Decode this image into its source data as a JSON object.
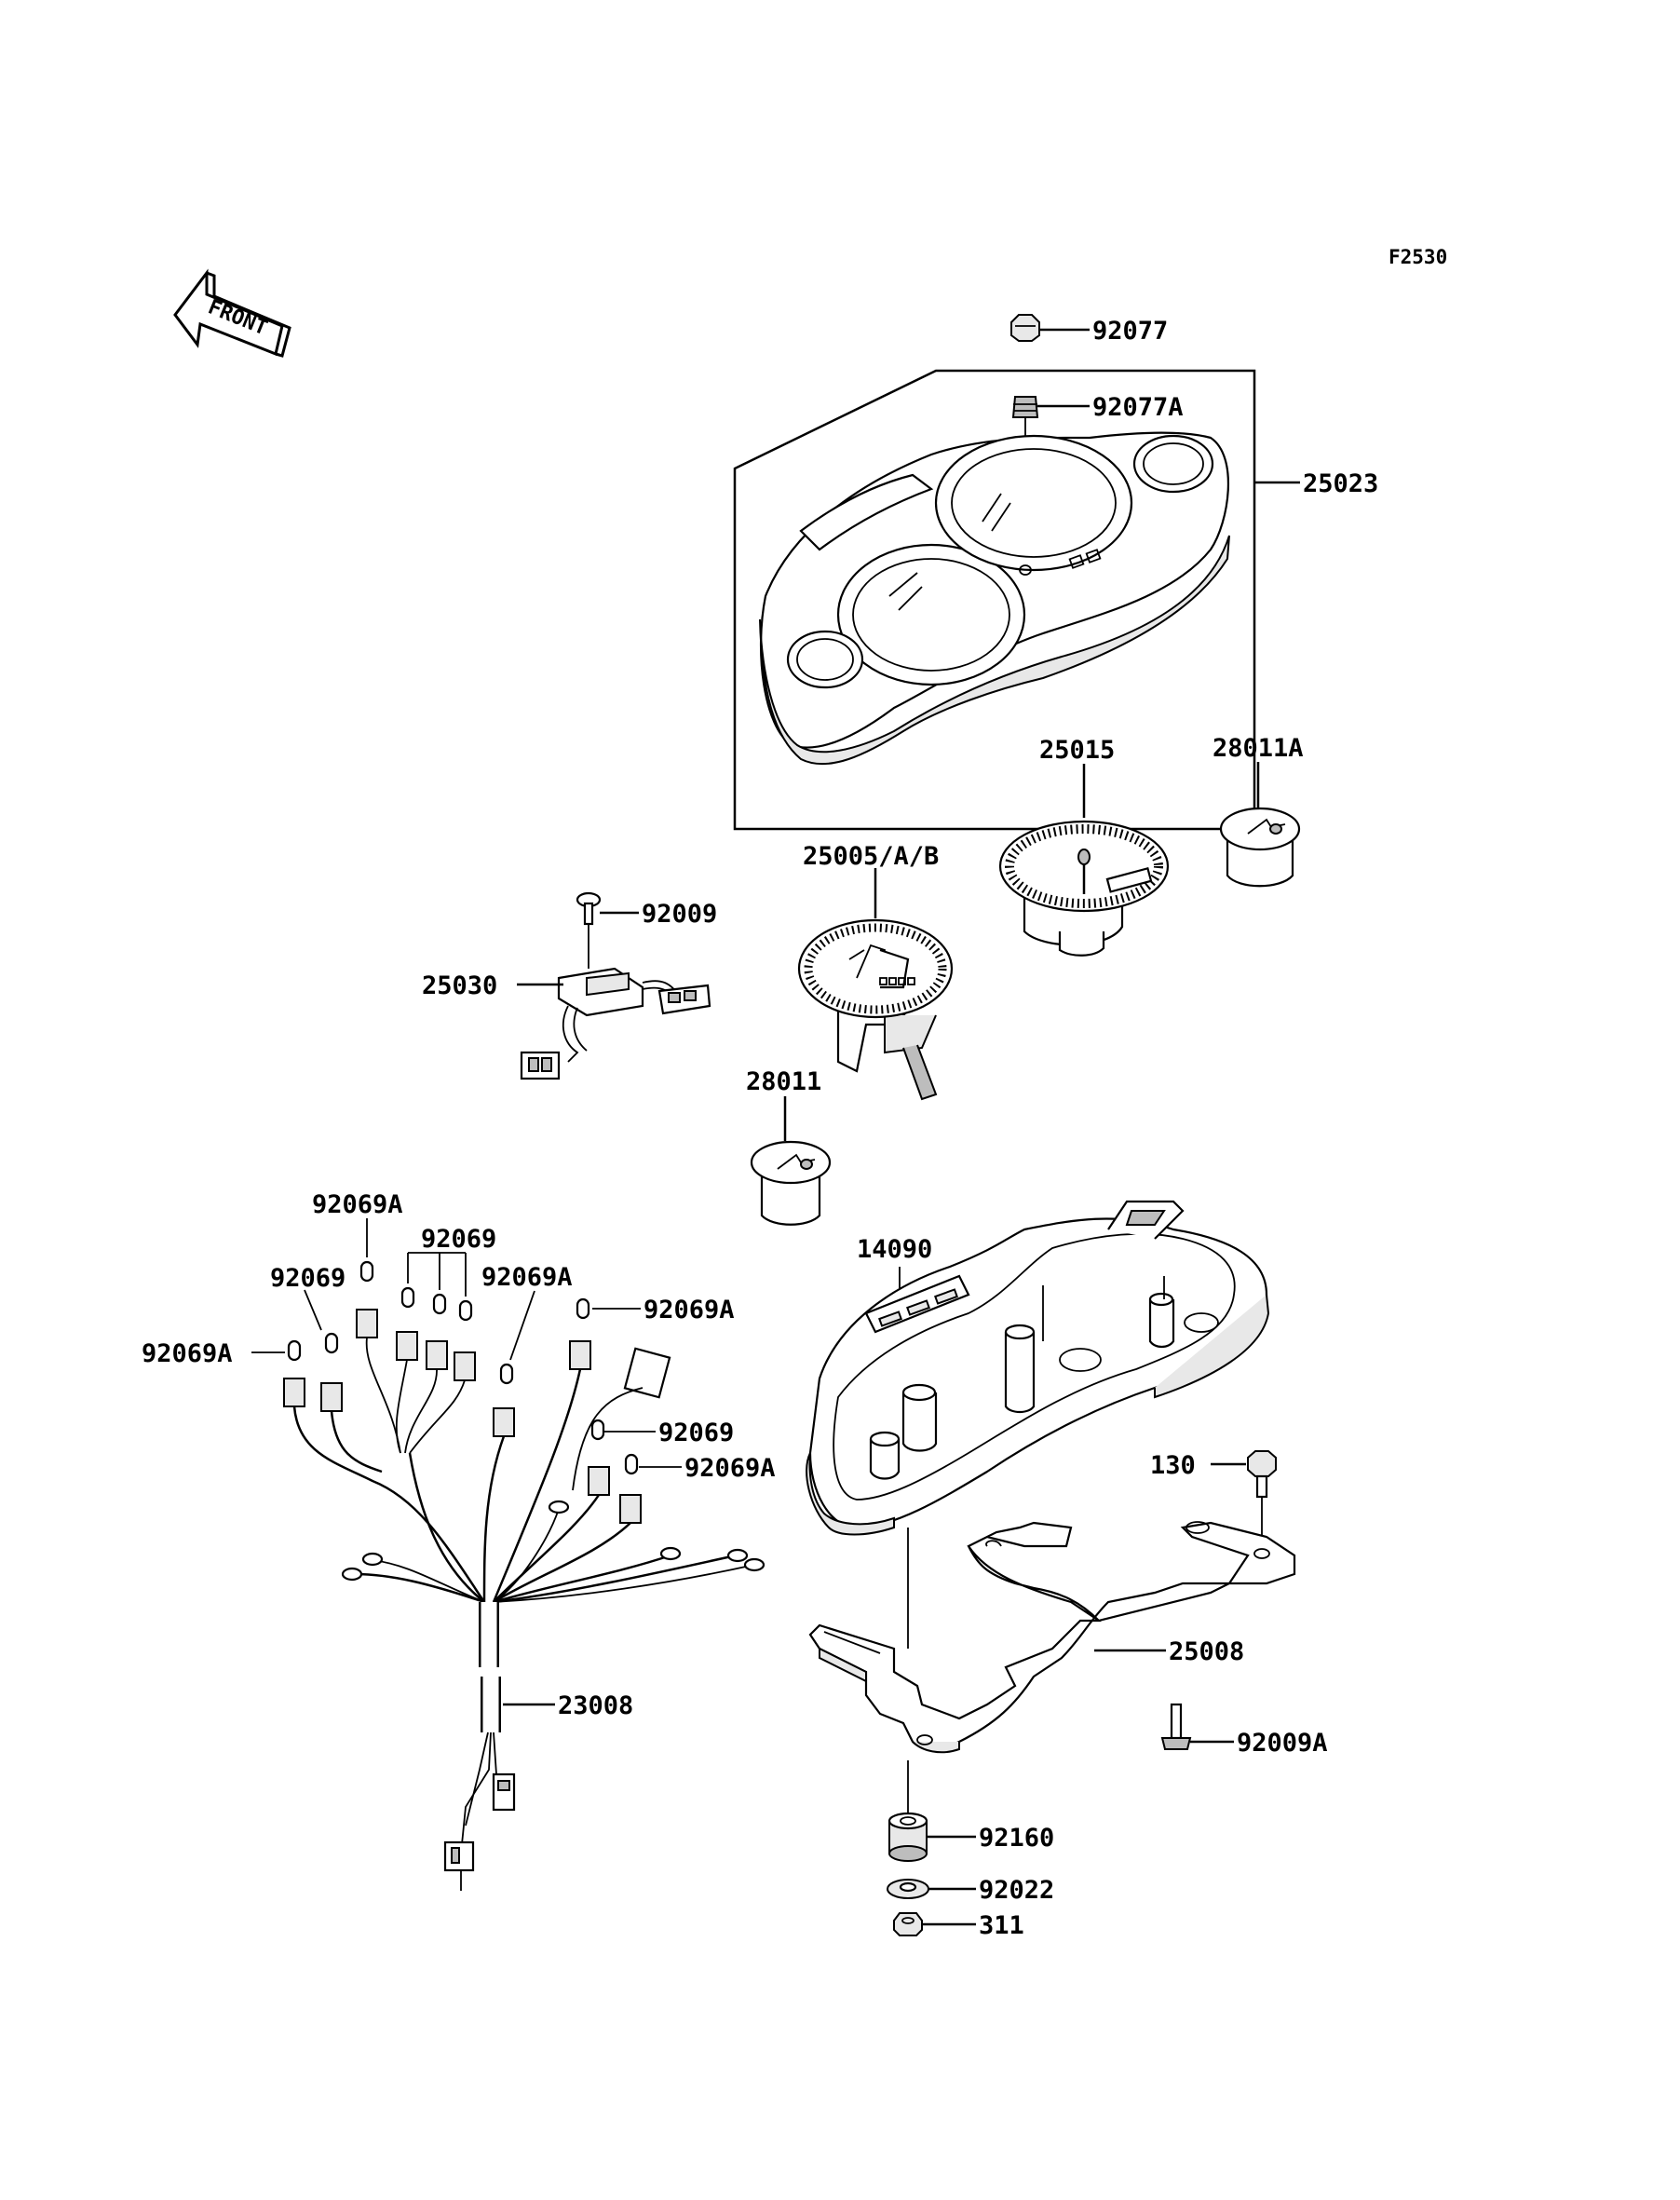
{
  "figure_code": "F2530",
  "front_label": "FRONT",
  "parts": {
    "p92077": "92077",
    "p92077A": "92077A",
    "p25023": "25023",
    "p25015": "25015",
    "p28011A": "28011A",
    "p25005": "25005/A/B",
    "p92009": "92009",
    "p25030": "25030",
    "p28011": "28011",
    "p92069A_a": "92069A",
    "p92069_a": "92069",
    "p92069_b": "92069",
    "p92069A_b": "92069A",
    "p92069A_c": "92069A",
    "p92069A_d": "92069A",
    "p92069_c": "92069",
    "p92069A_e": "92069A",
    "p14090": "14090",
    "p130": "130",
    "p25008": "25008",
    "p23008": "23008",
    "p92009A": "92009A",
    "p92160": "92160",
    "p92022": "92022",
    "p311": "311"
  }
}
